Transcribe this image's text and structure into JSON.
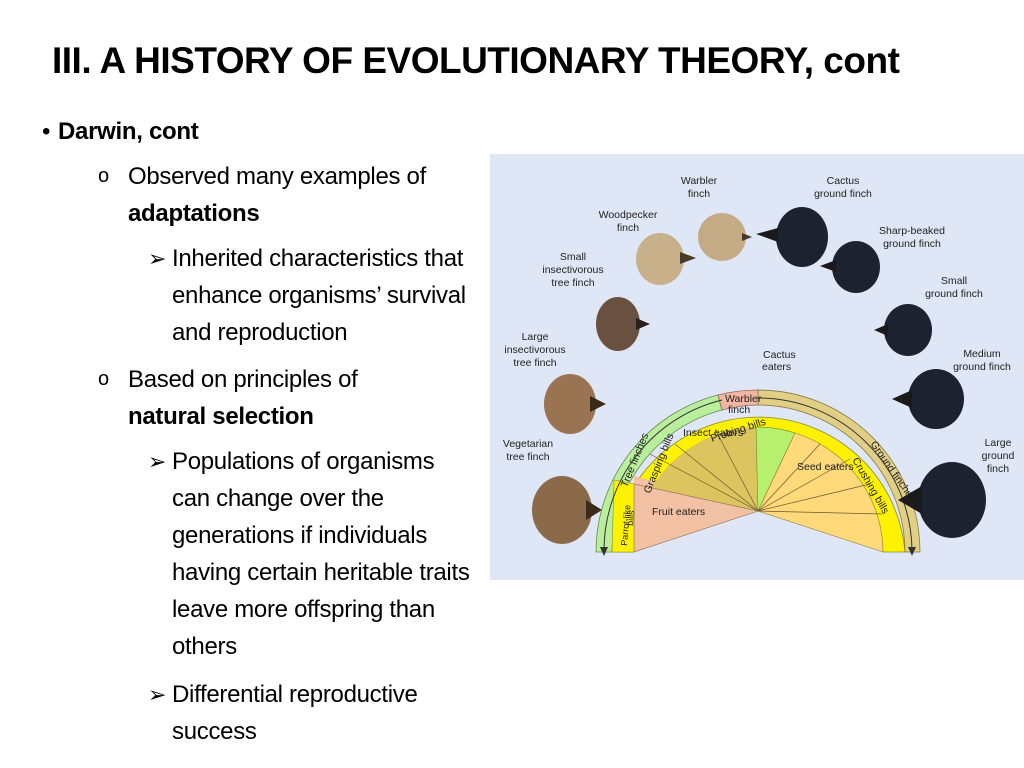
{
  "slide": {
    "title": "III.  A HISTORY OF EVOLUTIONARY THEORY, cont",
    "bullet": "Darwin, cont",
    "sub1": {
      "text": "Observed many examples of",
      "bold": "adaptations"
    },
    "sub1_points": [
      "Inherited characteristics that enhance organisms’ survival and reproduction"
    ],
    "sub2": {
      "text": "Based on principles of",
      "bold": "natural selection"
    },
    "sub2_points": [
      "Populations of organisms can change over the generations if individuals having certain heritable traits leave more offspring than others",
      "Differential reproductive success"
    ]
  },
  "figure": {
    "arc_labels": {
      "tree_finches": "Tree finches",
      "ground_finches": "Ground finches",
      "grasping_bills": "Grasping bills",
      "probing_bills": "Probing bills",
      "crushing_bills": "Crushing bills",
      "parrot_bills": [
        "Parrot-like",
        "bills"
      ],
      "warbler": [
        "Warbler",
        "finch"
      ]
    },
    "diet_labels": {
      "fruit_eaters": "Fruit eaters",
      "insect_eaters": "Insect eaters",
      "cactus_eaters": [
        "Cactus",
        "eaters"
      ],
      "seed_eaters": "Seed eaters"
    },
    "birds": [
      {
        "key": "vegetarian",
        "label": [
          "Vegetarian",
          "tree finch"
        ]
      },
      {
        "key": "large_insect",
        "label": [
          "Large",
          "insectivorous",
          "tree finch"
        ]
      },
      {
        "key": "small_insect",
        "label": [
          "Small",
          "insectivorous",
          "tree finch"
        ]
      },
      {
        "key": "woodpecker",
        "label": [
          "Woodpecker",
          "finch"
        ]
      },
      {
        "key": "warbler",
        "label": [
          "Warbler",
          "finch"
        ]
      },
      {
        "key": "cactus",
        "label": [
          "Cactus",
          "ground finch"
        ]
      },
      {
        "key": "sharp",
        "label": [
          "Sharp-beaked",
          "ground finch"
        ]
      },
      {
        "key": "small_ground",
        "label": [
          "Small",
          "ground finch"
        ]
      },
      {
        "key": "medium_ground",
        "label": [
          "Medium",
          "ground finch"
        ]
      },
      {
        "key": "large_ground",
        "label": [
          "Large",
          "ground",
          "finch"
        ]
      }
    ]
  }
}
